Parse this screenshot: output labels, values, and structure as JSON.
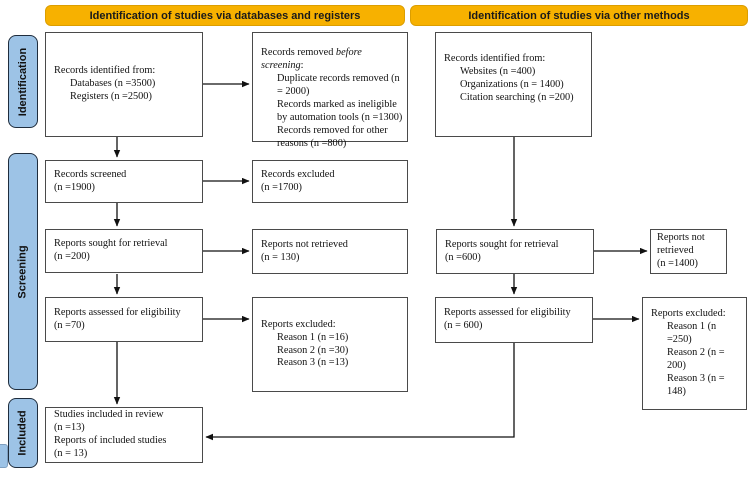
{
  "headers": {
    "databases": "Identification of studies via databases and registers",
    "other": "Identification of studies via other methods"
  },
  "sidebar": {
    "identification": "Identification",
    "screening": "Screening",
    "included": "Included"
  },
  "boxes": {
    "db_identified": {
      "lines": [
        "Records identified from:",
        "Databases (n =3500)",
        "Registers (n =2500)"
      ]
    },
    "removed": {
      "prefix": "Records removed ",
      "italic": "before screening",
      "suffix": ":",
      "items": [
        "Duplicate records removed (n = 2000)",
        "Records marked as ineligible by automation tools (n =1300)",
        "Records removed for other reasons (n =800)"
      ]
    },
    "screened": {
      "lines": [
        "Records screened",
        "(n =1900)"
      ]
    },
    "excluded_screen": {
      "lines": [
        "Records excluded",
        "(n =1700)"
      ]
    },
    "sought_db": {
      "lines": [
        "Reports sought for retrieval",
        "(n =200)"
      ]
    },
    "not_retrieved_db": {
      "lines": [
        "Reports not retrieved",
        "(n = 130)"
      ]
    },
    "assessed_db": {
      "lines": [
        "Reports assessed for eligibility",
        "(n =70)"
      ]
    },
    "excluded_db": {
      "title": "Reports excluded:",
      "items": [
        "Reason 1 (n =16)",
        "Reason 2 (n =30)",
        "Reason 3 (n =13)"
      ]
    },
    "included": {
      "lines": [
        "Studies included in review",
        "(n =13)",
        "Reports of included studies",
        "(n = 13)"
      ]
    },
    "other_identified": {
      "title": "Records identified from:",
      "items": [
        "Websites (n =400)",
        "Organizations (n = 1400)",
        "Citation searching (n =200)"
      ]
    },
    "sought_other": {
      "lines": [
        "Reports sought for retrieval",
        "(n =600)"
      ]
    },
    "not_retrieved_other": {
      "lines": [
        "Reports not retrieved",
        "(n =1400)"
      ]
    },
    "assessed_other": {
      "lines": [
        "Reports assessed for eligibility",
        "(n = 600)"
      ]
    },
    "excluded_other": {
      "title": "Reports excluded:",
      "items": [
        "Reason 1 (n =250)",
        "Reason 2 (n = 200)",
        "Reason 3 (n = 148)"
      ]
    }
  },
  "colors": {
    "header_gold": "#F7B100",
    "header_border": "#DC9E00",
    "header_text": "#1a1a1a",
    "sidebar_blue": "#9DC3E6",
    "sidebar_border": "#1f2d3d",
    "box_border": "#4a4a4a"
  }
}
